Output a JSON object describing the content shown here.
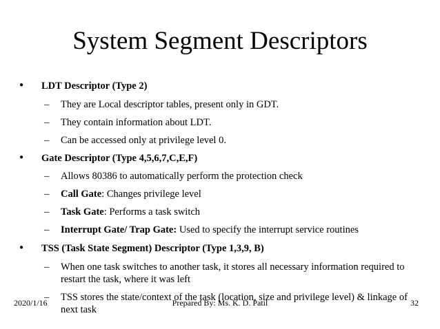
{
  "title": "System Segment Descriptors",
  "bullets": [
    {
      "heading": "LDT Descriptor (Type 2)",
      "items": [
        "They are Local descriptor tables, present only in GDT.",
        "They contain information about LDT.",
        "Can be accessed only at privilege level 0."
      ]
    },
    {
      "heading": "Gate Descriptor (Type 4,5,6,7,C,E,F)",
      "items": [
        {
          "bold": "",
          "text": "Allows 80386 to automatically perform the protection check"
        },
        {
          "bold": "Call Gate",
          "text": ": Changes privilege level"
        },
        {
          "bold": "Task Gate",
          "text": ": Performs a task switch"
        },
        {
          "bold": "Interrupt Gate/ Trap Gate:",
          "text": " Used to specify the interrupt service routines"
        }
      ]
    },
    {
      "heading": "TSS (Task State Segment) Descriptor (Type 1,3,9, B)",
      "items": [
        "When one task switches to another task, it stores all necessary information required to restart the task, where it was left",
        "TSS stores the state/context of the task (location, size and privilege level) & linkage of next task"
      ]
    }
  ],
  "bullet_symbol": "●",
  "dash_symbol": "–",
  "footer": {
    "date": "2020/1/16",
    "author": "Prepared By: Ms. K. D. Patil",
    "page": "32"
  }
}
